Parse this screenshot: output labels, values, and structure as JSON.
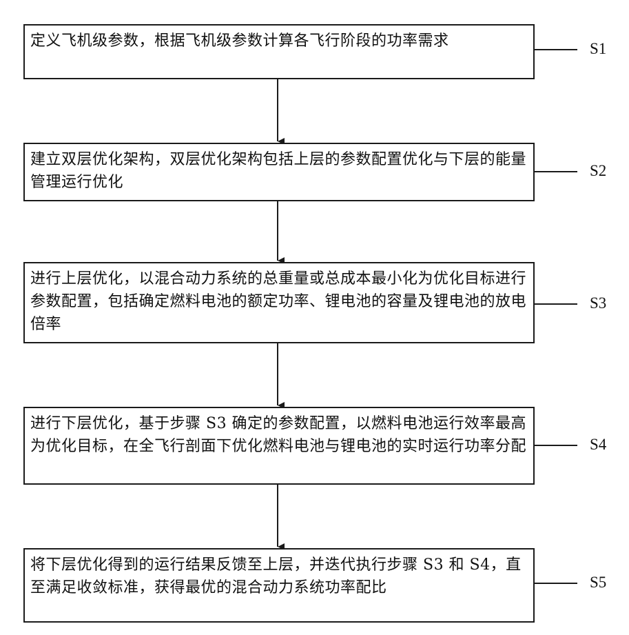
{
  "steps": [
    {
      "id": "S1",
      "text": "定义飞机级参数，根据飞机级参数计算各飞行阶段的功率需求"
    },
    {
      "id": "S2",
      "text": "建立双层优化架构，双层优化架构包括上层的参数配置优化与下层的能量管理运行优化"
    },
    {
      "id": "S3",
      "text": "进行上层优化，以混合动力系统的总重量或总成本最小化为优化目标进行参数配置，包括确定燃料电池的额定功率、锂电池的容量及锂电池的放电倍率"
    },
    {
      "id": "S4",
      "text": "进行下层优化，基于步骤 S3 确定的参数配置，以燃料电池运行效率最高为优化目标，在全飞行剖面下优化燃料电池与锂电池的实时运行功率分配"
    },
    {
      "id": "S5",
      "text": "将下层优化得到的运行结果反馈至上层，并迭代执行步骤 S3 和 S4，直至满足收敛标准，获得最优的混合动力系统功率配比"
    }
  ]
}
